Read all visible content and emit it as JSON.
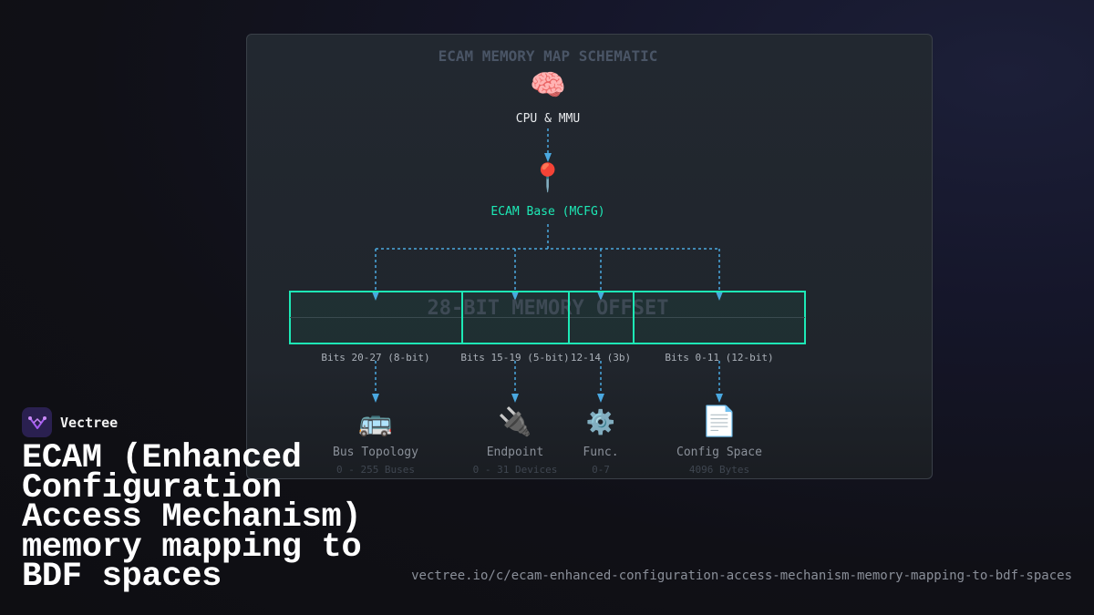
{
  "diagram": {
    "title": "ECAM MEMORY MAP SCHEMATIC",
    "cpu": {
      "icon": "🧠",
      "icon_name": "brain-icon",
      "label": "CPU & MMU"
    },
    "base": {
      "icon": "📍",
      "icon_name": "pin-icon",
      "label": "ECAM Base (MCFG)"
    },
    "offset_label": "28-BIT MEMORY OFFSET",
    "fields": [
      {
        "bits": "Bits 20-27 (8-bit)",
        "icon": "🚌",
        "icon_name": "bus-icon",
        "name": "Bus Topology",
        "range": "0 - 255 Buses"
      },
      {
        "bits": "Bits 15-19 (5-bit)",
        "icon": "🔌",
        "icon_name": "plug-icon",
        "name": "Endpoint",
        "range": "0 - 31 Devices"
      },
      {
        "bits": "12-14 (3b)",
        "icon": "⚙️",
        "icon_name": "gear-icon",
        "name": "Func.",
        "range": "0-7"
      },
      {
        "bits": "Bits 0-11 (12-bit)",
        "icon": "📄",
        "icon_name": "document-icon",
        "name": "Config Space",
        "range": "4096 Bytes"
      }
    ],
    "colors": {
      "accent": "#1de9b6",
      "arrow": "#4aa8e0",
      "muted": "#8a9099"
    }
  },
  "brand": {
    "name": "Vectree"
  },
  "headline": "ECAM (Enhanced Configuration Access Mechanism) memory mapping to BDF spaces",
  "url": "vectree.io/c/ecam-enhanced-configuration-access-mechanism-memory-mapping-to-bdf-spaces"
}
